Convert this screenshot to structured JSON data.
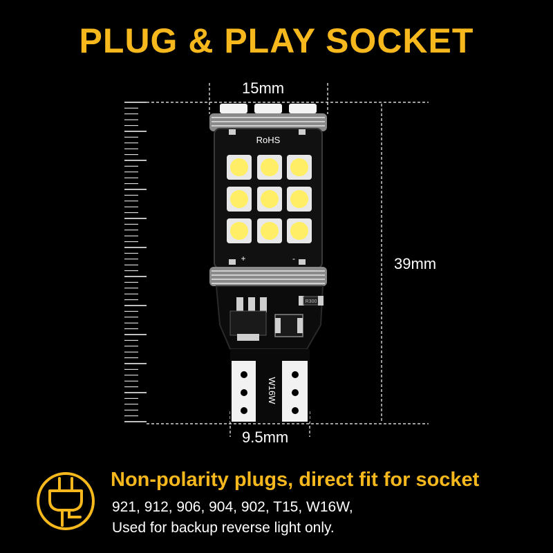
{
  "title": "PLUG & PLAY SOCKET",
  "dimensions": {
    "top_width": "15mm",
    "height": "39mm",
    "base_width": "9.5mm"
  },
  "bulb": {
    "board_label": "RoHS",
    "polarity_plus": "+",
    "polarity_minus": "-",
    "resistor_label": "R300",
    "base_label": "W16W"
  },
  "feature": {
    "icon": "plug-icon",
    "heading": "Non-polarity plugs, direct fit for socket",
    "compatibility": "921, 912, 906, 904, 902, T15, W16W,",
    "usage": "Used for backup reverse light only."
  },
  "colors": {
    "accent": "#f6b81c",
    "background": "#000000",
    "text": "#ffffff"
  }
}
